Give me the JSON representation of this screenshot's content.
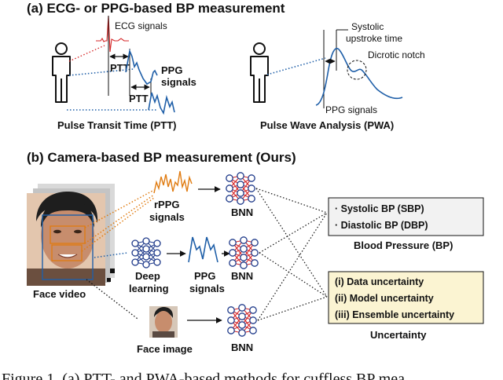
{
  "panel_a": {
    "title": "(a) ECG- or PPG-based BP measurement",
    "ecg_label": "ECG signals",
    "ptt_label": "PTT",
    "ppg_label_line1": "PPG",
    "ppg_label_line2": "signals",
    "ptt_caption": "Pulse Transit Time (PTT)",
    "systolic_line1": "Systolic",
    "systolic_line2": "upstroke time",
    "dicrotic_label": "Dicrotic notch",
    "pwa_ppg_label": "PPG signals",
    "pwa_caption": "Pulse Wave Analysis (PWA)"
  },
  "panel_b": {
    "title": "(b) Camera-based BP measurement (Ours)",
    "face_video": "Face video",
    "face_image": "Face image",
    "rppg_line1": "rPPG",
    "rppg_line2": "signals",
    "deep_line1": "Deep",
    "deep_line2": "learning",
    "ppg_line1": "PPG",
    "ppg_line2": "signals",
    "bnn": "BNN",
    "bp_items": [
      "· Systolic BP (SBP)",
      "· Diastolic BP (DBP)"
    ],
    "bp_caption": "Blood Pressure (BP)",
    "unc_items": [
      "(i) Data uncertainty",
      "(ii) Model uncertainty",
      "(iii) Ensemble uncertainty"
    ],
    "unc_caption": "Uncertainty"
  },
  "caption": "Figure 1. (a) PTT- and PWA-based methods for cuffless BP mea",
  "colors": {
    "ecg": "#d62728",
    "ppg": "#1f5fa8",
    "rppg": "#e07b10",
    "bnn_node": "#1f3a8a",
    "bnn_edge": "#d62728",
    "uncertainty_fill": "#fbf4d2",
    "bp_fill": "#f2f2f2"
  }
}
